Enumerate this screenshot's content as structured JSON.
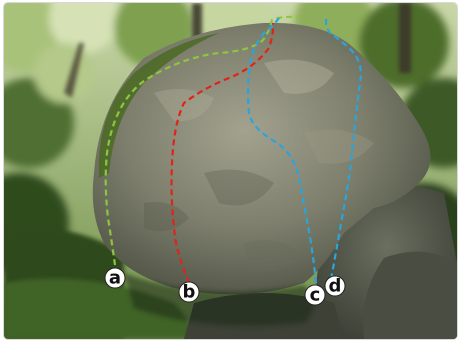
{
  "image": {
    "subject": "boulder-with-climbing-routes"
  },
  "routes": [
    {
      "id": "route-a",
      "marker_label": "a",
      "color": "#8cc63e"
    },
    {
      "id": "route-b",
      "marker_label": "b",
      "color": "#e2231a"
    },
    {
      "id": "route-c",
      "marker_label": "c",
      "color": "#2aa4dc"
    },
    {
      "id": "route-d",
      "marker_label": "d",
      "color": "#2aa4dc"
    }
  ],
  "colors": {
    "foliage_dark": "#2e4a1e",
    "foliage_light": "#8fb35a",
    "rock_base": "#8a8a78",
    "rock_dark": "#55584a",
    "shadow": "#1f2a17",
    "marker_fill": "#ffffff"
  }
}
